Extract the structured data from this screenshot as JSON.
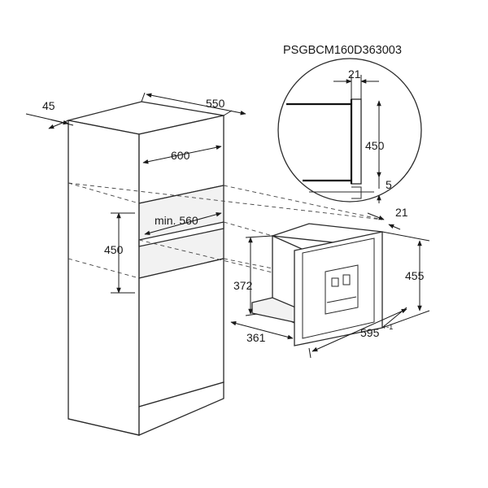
{
  "model_code": "PSGBCM160D363003",
  "dimensions": {
    "cabinet_depth_side": "45",
    "cabinet_depth": "550",
    "cabinet_width": "600",
    "niche_min_depth": "min. 560",
    "niche_height": "450",
    "appliance_height_total": "455",
    "appliance_body_height": "372",
    "appliance_depth": "361",
    "appliance_width": "595",
    "appliance_width_tolerance": "+-1",
    "appliance_gap_right": "21",
    "detail_gap_top": "21",
    "detail_height": "450",
    "detail_gap_bottom": "5"
  }
}
